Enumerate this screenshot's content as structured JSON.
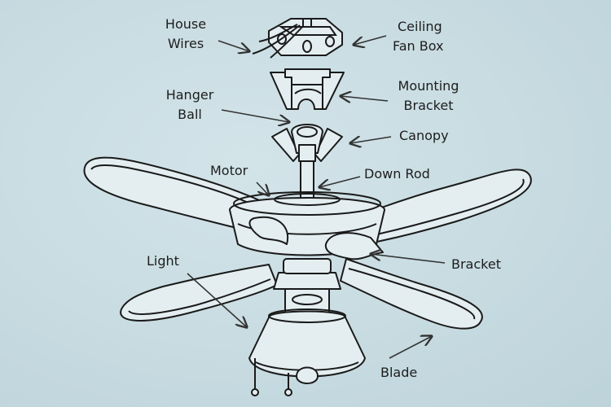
{
  "labels": {
    "house_wires": [
      "House",
      "Wires"
    ],
    "ceiling_fan_box": [
      "Ceiling",
      "Fan Box"
    ],
    "mounting_bracket": [
      "Mounting",
      "Bracket"
    ],
    "hanger_ball": [
      "Hanger",
      "Ball"
    ],
    "canopy": "Canopy",
    "motor": "Motor",
    "down_rod": "Down Rod",
    "light": "Light",
    "bracket": "Bracket",
    "blade": "Blade"
  },
  "colors": {
    "background": "#c9dde3",
    "part_fill": "#e4eef1",
    "outline": "#1a1a1a"
  }
}
